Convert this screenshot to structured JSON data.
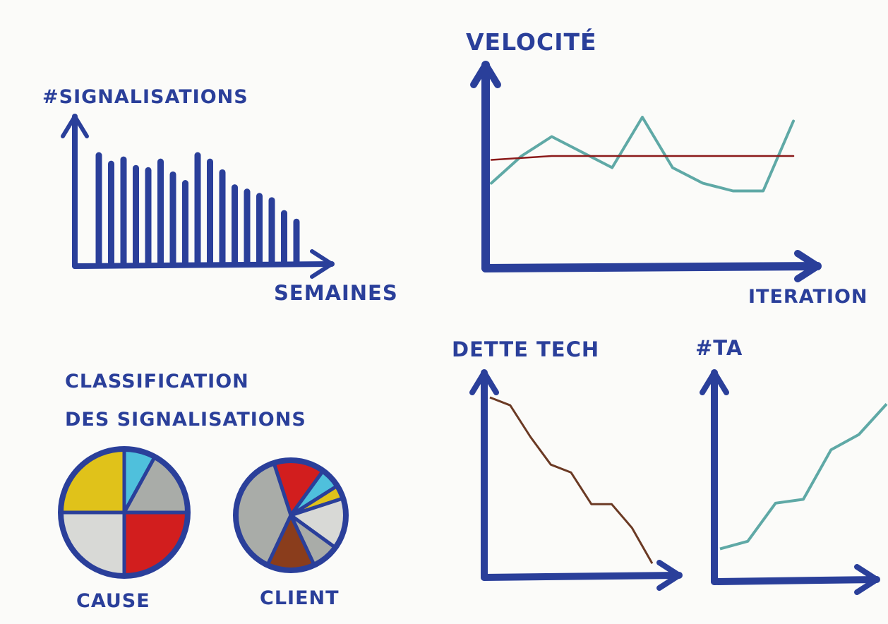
{
  "colors": {
    "marker_blue": "#2a3f9a",
    "teal": "#5fa9a6",
    "dark_red": "#8b1a1a",
    "brown": "#6b3a24",
    "yellow": "#e0c21a",
    "light_blue": "#4fc0dc",
    "silver": "#a9aca8",
    "light_grey": "#d8d9d6",
    "red": "#d21e1e",
    "brown_slice": "#8a3d1c"
  },
  "chart_data": [
    {
      "type": "bar",
      "ylabel": "#SIGNALISATIONS",
      "xlabel": "SEMAINES",
      "values": [
        10,
        9.2,
        9.6,
        8.8,
        8.6,
        9.4,
        8.2,
        7.4,
        10,
        9.4,
        8.4,
        7.0,
        6.6,
        6.2,
        5.8,
        4.6,
        3.8
      ]
    },
    {
      "type": "line",
      "ylabel": "VELOCITÉ",
      "xlabel": "ITERATION",
      "series": [
        {
          "values": [
            4.2,
            5.6,
            6.6,
            5.8,
            5.0,
            7.6,
            5.0,
            4.2,
            3.8,
            3.8,
            7.4
          ],
          "color": "teal"
        },
        {
          "values": [
            5.4,
            5.5,
            5.6,
            5.6,
            5.6,
            5.6,
            5.6,
            5.6,
            5.6,
            5.6,
            5.6
          ],
          "color": "dark_red"
        }
      ]
    },
    {
      "type": "line",
      "ylabel": "DETTE TECH",
      "series": [
        {
          "values": [
            9.0,
            8.6,
            7.0,
            5.6,
            5.2,
            3.6,
            3.6,
            2.4,
            0.6
          ],
          "color": "brown"
        }
      ]
    },
    {
      "type": "line",
      "ylabel": "#TA",
      "series": [
        {
          "values": [
            1.2,
            1.6,
            3.6,
            3.8,
            6.4,
            7.2,
            8.8
          ],
          "color": "teal"
        }
      ]
    },
    {
      "type": "pie",
      "title": "CLASSIFICATION\nDES SIGNALISATIONS",
      "pies": [
        {
          "label": "CAUSE",
          "slices": [
            {
              "value": 25,
              "color": "yellow"
            },
            {
              "value": 8,
              "color": "light_blue"
            },
            {
              "value": 17,
              "color": "silver"
            },
            {
              "value": 25,
              "color": "red"
            },
            {
              "value": 25,
              "color": "light_grey"
            }
          ]
        },
        {
          "label": "CLIENT",
          "slices": [
            {
              "value": 15,
              "color": "red"
            },
            {
              "value": 6,
              "color": "light_blue"
            },
            {
              "value": 4,
              "color": "yellow"
            },
            {
              "value": 15,
              "color": "light_grey"
            },
            {
              "value": 8,
              "color": "silver"
            },
            {
              "value": 14,
              "color": "brown_slice"
            },
            {
              "value": 38,
              "color": "silver"
            }
          ]
        }
      ]
    }
  ]
}
